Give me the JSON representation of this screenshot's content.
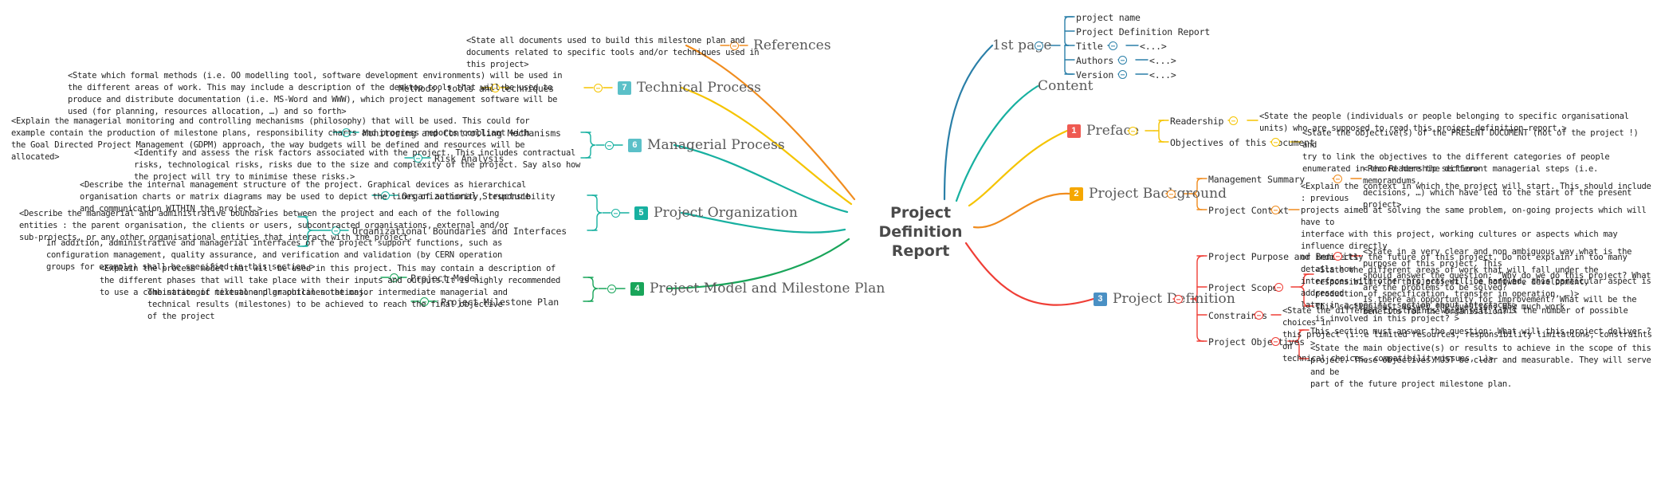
{
  "center": {
    "title": "Project Definition\nReport",
    "color": "#4a4a4a"
  },
  "palette": {
    "teal": "#1f8fa8",
    "yellow": "#f5c400",
    "orange": "#f08c1e",
    "green": "#19a55a",
    "cyan": "#17b0a0",
    "blue": "#2a7fa8",
    "red": "#ef3e36",
    "grey_text": "#595959"
  },
  "branches": {
    "first_page": {
      "label": "1st page",
      "color": "#2a7fa8",
      "children": [
        {
          "label": "project name",
          "leaf": null
        },
        {
          "label": "Project Definition Report",
          "leaf": null
        },
        {
          "label": "Title",
          "leaf": "<...>"
        },
        {
          "label": "Authors",
          "leaf": "<...>"
        },
        {
          "label": "Version",
          "leaf": "<...>"
        }
      ]
    },
    "content": {
      "label": "Content",
      "color": "#17b0a0"
    },
    "preface": {
      "num": "1",
      "num_color": "#ef5a52",
      "label": "Preface",
      "color": "#f5c400",
      "children": [
        {
          "label": "Readership",
          "note": "<State the people (individuals or people belonging to specific organisational\nunits) who are supposed to read this project definition report.>"
        },
        {
          "label": "Objectives of this document",
          "note": "<State the objective(s) of the PRESENT DOCUMENT (not of the project !) and\ntry to link the objectives to the different categories of people\nenumerated in the Readership section>"
        }
      ]
    },
    "project_background": {
      "num": "2",
      "num_color": "#f5a700",
      "label": "Project Background",
      "color": "#f08c1e",
      "children": [
        {
          "label": "Management Summary",
          "note": "<Record here the different managerial steps (i.e. memorandums,\ndecisions, …) which have led to the start of the present\nproject>"
        },
        {
          "label": "Project Context",
          "note": "<Explain the context in which the project will start. This should include : previous\nprojects aimed at solving the same problem, on-going projects which will have to\ninterface with this project, working cultures or aspects which may influence directly\nor indirectly the future of this project. Do not explain in too many details how\ninterfaces with other projects will be handled, this particular aspect is addressed\nlater in a specific section about interfaces>"
        }
      ]
    },
    "project_definition": {
      "num": "3",
      "num_color": "#4a90c4",
      "label": "Project Definition",
      "color": "#ef3e36",
      "children": [
        {
          "label": "Project Purpose and Benefits",
          "notes": [
            "<State in a very clear and non ambiguous way what is the purpose of this project. This\nshould answer the question: \"Why do we do this project? What are the problems to be solved?\nIs there an opportunity for improvement? What will be the benefits for the organisation? >"
          ]
        },
        {
          "label": "Project Scope",
          "notes": [
            "<State the different areas of work that will fall under the\nresponsibility of this project (i.e software development,\nproduction of specification, transfer in operation, …)>",
            "This section must answer the question: How much work\nis involved in this project? >"
          ]
        },
        {
          "label": "Constraints",
          "notes": [
            "<State the different constraints which will limit the number of possible choices in\nthis project (i..e limited resources, responsibility limitations, constraints on\ntechnical choices, compatibility issues, …)>"
          ]
        },
        {
          "label": "Project Objectives",
          "notes": [
            "This section must answer the question: What will this project deliver ? >",
            "<State the main objective(s) or results to achieve in the scope of this\nproject. These objectives MUST be clear and measurable. They will serve and be\npart of the future project milestone plan."
          ]
        }
      ]
    },
    "project_model": {
      "num": "4",
      "num_color": "#19a55a",
      "label": "Project Model and Milestone Plan",
      "color": "#19a55a",
      "children": [
        {
          "label": "Project Model",
          "note": "<Explain the process model that will be used in this project. This may contain a description of\nthe different phases that will take place with their inputs and outputs.It is highly recommended\nto use a combination of textual and graphical notations."
        },
        {
          "label": "Project Milestone Plan",
          "note": "The strategic milestone plan outlines the major intermediate managerial and\ntechnical results (milestones) to be achieved to reach the final objective\nof the project"
        }
      ]
    },
    "project_organization": {
      "num": "5",
      "num_color": "#17b0a0",
      "label": "Project Organization",
      "color": "#17b0a0",
      "children": [
        {
          "label": "Organizational Structure",
          "note": "<Describe the internal management structure of the project. Graphical devices as hierarchical\norganisation charts or matrix diagrams may be used to depict the lines of authority, responsibility\nand communication WITHIN the project.>"
        },
        {
          "label": "Organizational Boundaries and Interfaces",
          "notes": [
            "<Describe the managerial and administrative boundaries between the project and each of the following\nentities : the parent organisation, the clients or users, subcontracted organisations, external and/or\nsub-projects, or any other organisational entities that interact with the project.",
            "In addition, administrative and managerial interfaces of the project support functions, such as\nconfiguration management, quality assurance, and verification and validation (by CERN operation\ngroups for example) shall be specified in this section.>"
          ]
        }
      ]
    },
    "managerial_process": {
      "num": "6",
      "num_color": "#5bc0c8",
      "label": "Managerial Process",
      "color": "#17b0a0",
      "children": [
        {
          "label": "Monitoring and Controlling Mechanisms",
          "note": "<Explain the managerial monitoring and controlling mechanisms (philosophy) that will be used. This could for\nexample contain the production of milestone plans, responsibility charts and progress reports compliant with\nthe Goal Directed Project Management (GDPM) approach, the way budgets will be defined and resources will be\nallocated>"
        },
        {
          "label": "Risk Analysis",
          "note": "<Identify and assess the risk factors associated with the project. This includes contractual\nrisks, technological risks, risks due to the size and complexity of the project. Say also how\nthe project will try to minimise these risks.>"
        }
      ]
    },
    "technical_process": {
      "num": "7",
      "num_color": "#5bc0c8",
      "label": "Technical Process",
      "color": "#f5c400",
      "children": [
        {
          "label": "Methods, tools and techniques",
          "note": "<State which formal methods (i.e. OO modelling tool, software development environments) will be used in\nthe different areas of work. This may include a description of the desktop tools that will be used to\nproduce and distribute documentation (i.e. MS-Word and WWW), which project management software will be\nused (for planning, resources allocation, …) and so forth>"
        }
      ]
    },
    "references": {
      "label": "References",
      "color": "#f08c1e",
      "note": "<State all documents used to build this milestone plan and\ndocuments related to specific tools and/or techniques used in\nthis project>"
    }
  }
}
